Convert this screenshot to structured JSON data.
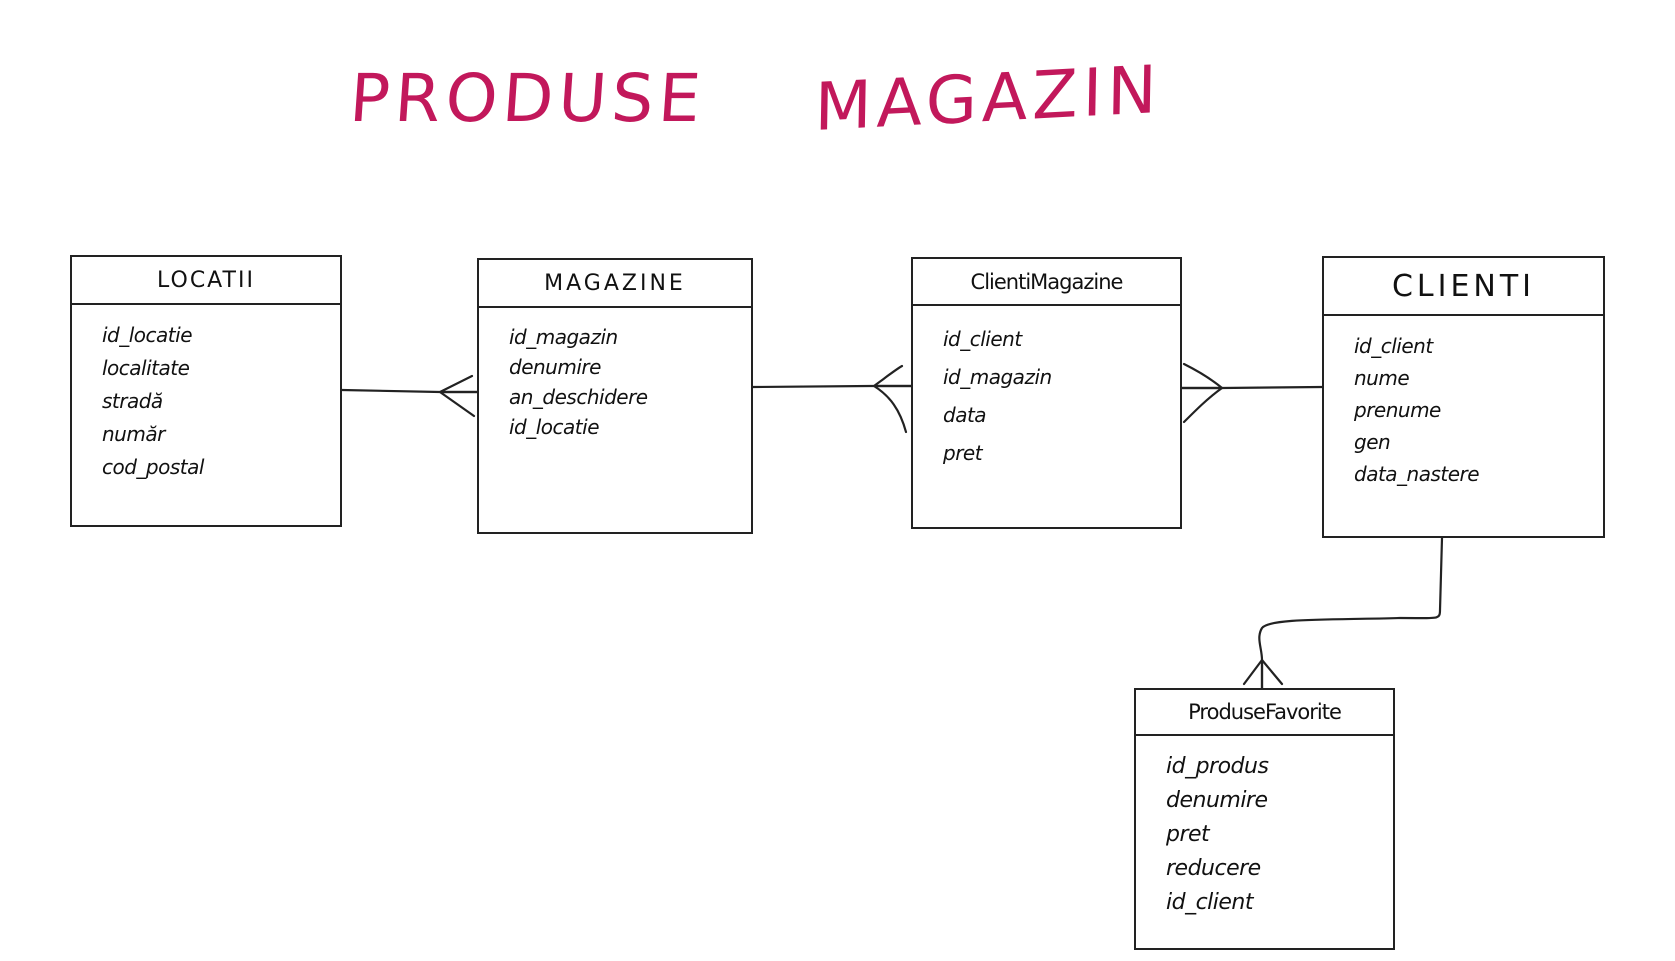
{
  "title": {
    "word1": "PRODUSE",
    "word2": "MAGAZIN",
    "color": "#c2185b"
  },
  "entities": {
    "locatii": {
      "name": "LOCATII",
      "fields": [
        "id_locatie",
        "localitate",
        "stradă",
        "număr",
        "cod_postal"
      ]
    },
    "magazine": {
      "name": "MAGAZINE",
      "fields": [
        "id_magazin",
        "denumire",
        "an_deschidere",
        "id_locatie"
      ]
    },
    "clienti_magazine": {
      "name": "ClientiMagazine",
      "fields": [
        "id_client",
        "id_magazin",
        "data",
        "pret"
      ]
    },
    "clienti": {
      "name": "CLIENTI",
      "fields": [
        "id_client",
        "nume",
        "prenume",
        "gen",
        "data_nastere"
      ]
    },
    "produse_favorite": {
      "name": "ProduseFavorite",
      "fields": [
        "id_produs",
        "denumire",
        "pret",
        "reducere",
        "id_client"
      ]
    }
  },
  "relationships": [
    {
      "from": "LOCATII",
      "to": "MAGAZINE",
      "cardinality": "one-to-many"
    },
    {
      "from": "MAGAZINE",
      "to": "ClientiMagazine",
      "cardinality": "one-to-many"
    },
    {
      "from": "CLIENTI",
      "to": "ClientiMagazine",
      "cardinality": "one-to-many"
    },
    {
      "from": "CLIENTI",
      "to": "ProduseFavorite",
      "cardinality": "one-to-many"
    }
  ]
}
